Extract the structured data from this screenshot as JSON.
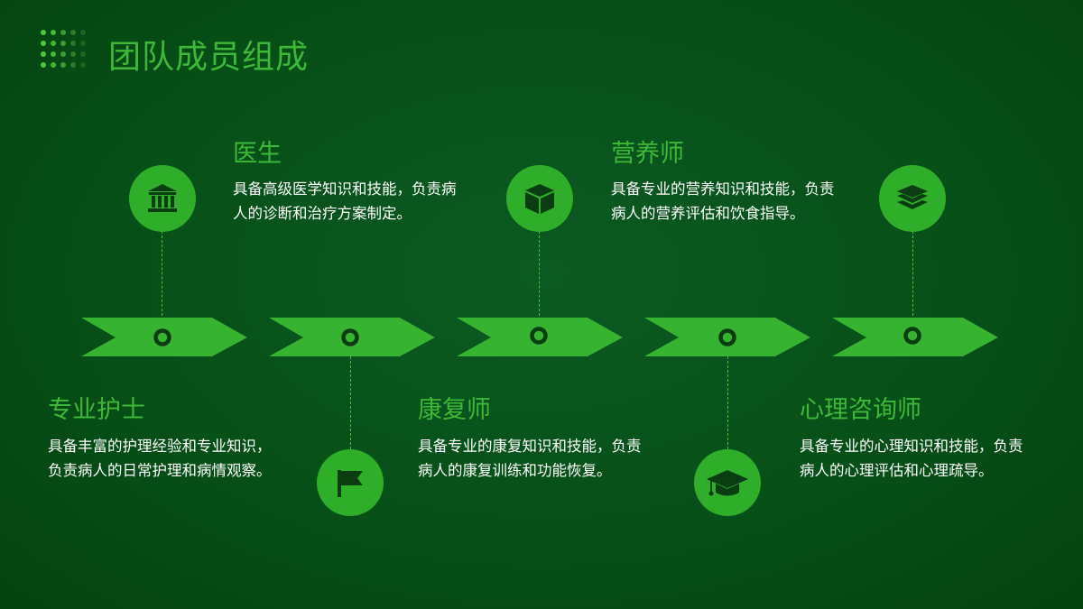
{
  "header": {
    "title": "团队成员组成"
  },
  "members": [
    {
      "title": "专业护士",
      "description": "具备丰富的护理经验和专业知识，负责病人的日常护理和病情观察。",
      "icon": "flag-icon"
    },
    {
      "title": "医生",
      "description": "具备高级医学知识和技能，负责病人的诊断和治疗方案制定。",
      "icon": "bank-icon"
    },
    {
      "title": "康复师",
      "description": "具备专业的康复知识和技能，负责病人的康复训练和功能恢复。",
      "icon": "cube-icon"
    },
    {
      "title": "营养师",
      "description": "具备专业的营养知识和技能，负责病人的营养评估和饮食指导。",
      "icon": "graduation-cap-icon"
    },
    {
      "title": "心理咨询师",
      "description": "具备专业的心理知识和技能，负责病人的心理评估和心理疏导。",
      "icon": "layers-icon"
    }
  ],
  "colors": {
    "accent": "#3fb83a",
    "circle": "#2fae2a",
    "arrow": "#36b330",
    "background": "#075018"
  }
}
